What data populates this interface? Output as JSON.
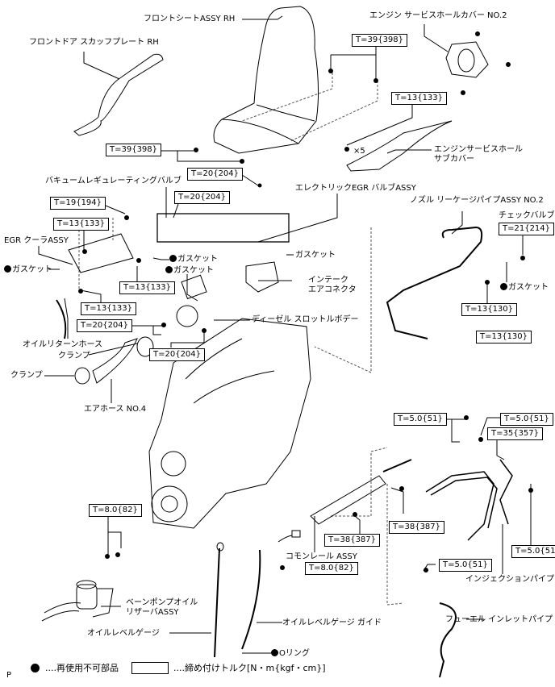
{
  "diagram": {
    "type": "exploded-parts-diagram",
    "language": "ja",
    "parts": {
      "front_seat": "フロントシートASSY RH",
      "scuff_plate": "フロントドア  スカッフプレート RH",
      "service_hole_cover": "エンジン  サービスホールカバー NO.2",
      "service_hole_subcover_line1": "エンジンサービスホール",
      "service_hole_subcover_line2": "サブカバー",
      "vacuum_valve": "バキュームレギュレーティングバルブ",
      "egr_valve": "エレクトリックEGR バルブASSY",
      "egr_cooler": "EGR クーラASSY",
      "gasket_left": "ガスケット",
      "gasket_mid1": "ガスケット",
      "gasket_mid2": "ガスケット",
      "gasket_right": "ガスケット",
      "intake_connector_line1": "インテーク",
      "intake_connector_line2": "エアコネクタ",
      "throttle_body": "ディーゼル スロットルボデー",
      "oil_return_hose": "オイルリターンホース",
      "clamp1": "クランプ",
      "clamp2": "クランプ",
      "air_hose": "エアホース NO.4",
      "nozzle_leakage_pipe": "ノズル リーケージパイプASSY NO.2",
      "check_valve": "チェックバルブ",
      "gasket_check": "ガスケット",
      "common_rail": "コモンレール ASSY",
      "injection_pipe": "インジェクションパイプ",
      "fuel_inlet_pipe": "フューエル インレットパイプ",
      "vane_pump_reservoir_line1": "ベーンポンプオイル",
      "vane_pump_reservoir_line2": "リザーバASSY",
      "oil_level_gauge": "オイルレベルゲージ",
      "oil_level_gauge_guide": "オイルレベルゲージ ガイド",
      "o_ring": "Oリング"
    },
    "torques": {
      "seat_top": "T=39{398}",
      "seat_left": "T=39{398}",
      "subcover": "T=13{133}",
      "seat_bracket": "T=20{204}",
      "vacuum_valve": "T=20{204}",
      "cooler_top": "T=19{194}",
      "cooler_upper": "T=13{133}",
      "cooler_lower_right": "T=13{133}",
      "cooler_bottom": "T=13{133}",
      "throttle_left": "T=20{204}",
      "throttle_right": "T=20{204}",
      "check_valve": "T=21{214}",
      "leak_pipe_bolt": "T=13{130}",
      "leak_pipe_union": "T=13{130}",
      "clamp_left": "T=5.0{51}",
      "clamp_right": "T=5.0{51}",
      "inj_pipe_nut": "T=35{357}",
      "inj_pipe_clamp": "T=5.0{51}",
      "rail_bolt_left": "T=38{387}",
      "rail_bolt_right": "T=38{387}",
      "gauge_guide": "T=8.0{82}",
      "reservoir": "T=8.0{82}",
      "fuel_inlet_clamp": "T=5.0{51}"
    },
    "annotations": {
      "qty_x5": "×5"
    },
    "legend": {
      "non_reusable": "....再使用不可部品",
      "torque": "....締め付けトルク[N・m{kgf・cm}]"
    },
    "page_mark": "P"
  }
}
